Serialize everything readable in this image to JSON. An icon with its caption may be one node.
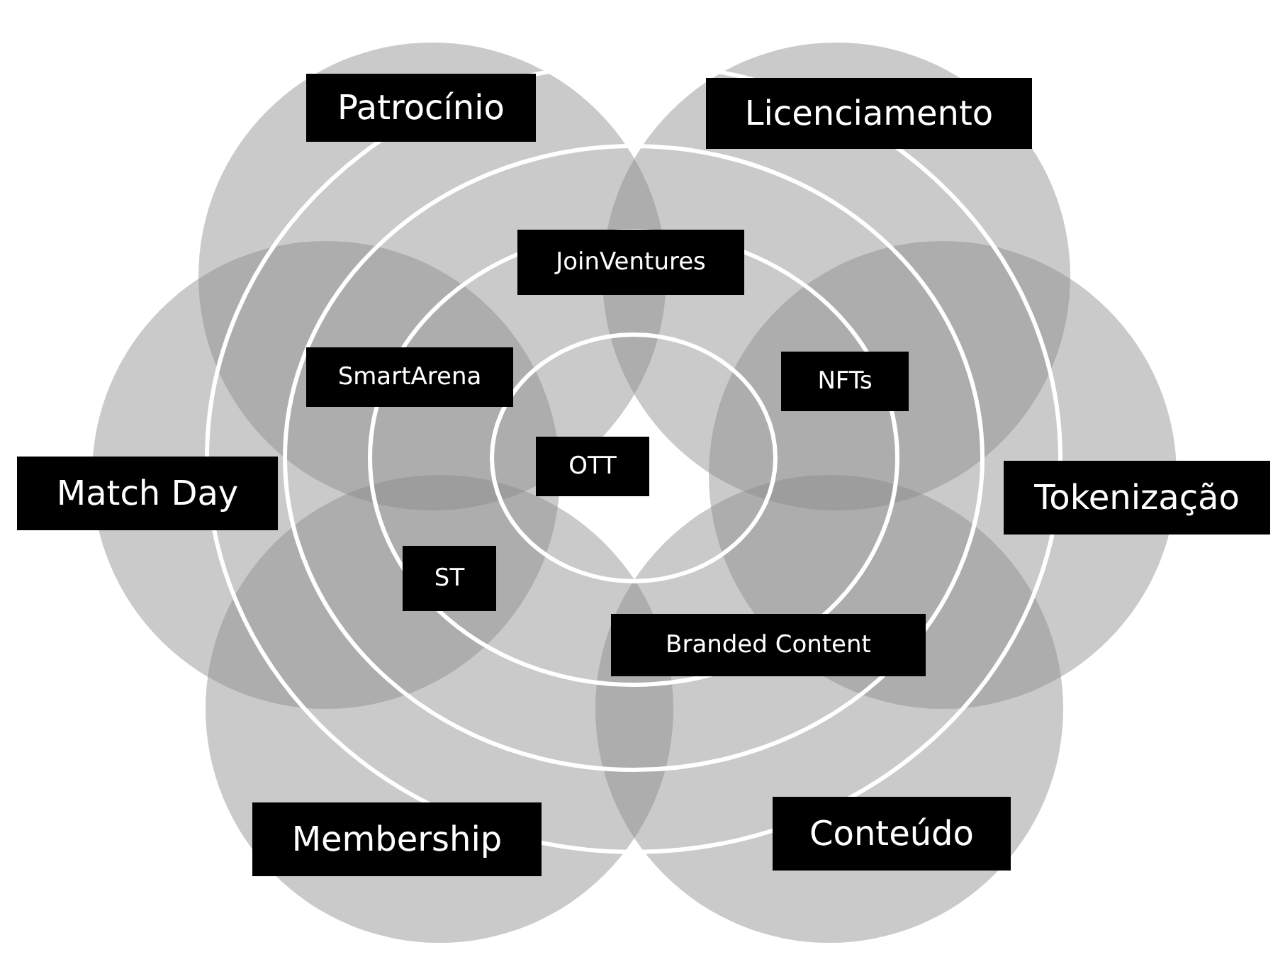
{
  "diagram": {
    "nodes": [
      {
        "text": [
          "Patrocínio"
        ]
      },
      {
        "text": [
          "Licenciamento"
        ]
      },
      {
        "text": [
          "JoinVentures"
        ]
      },
      {
        "text": [
          "SmartArena"
        ]
      },
      {
        "text": [
          "NFTs"
        ]
      },
      {
        "text": [
          "OTT"
        ]
      },
      {
        "text": [
          "Match Day"
        ]
      },
      {
        "text": [
          "Tokenização"
        ]
      },
      {
        "text": [
          "ST"
        ]
      },
      {
        "text": [
          "Branded Content"
        ]
      },
      {
        "text": [
          "Membership"
        ]
      },
      {
        "text": [
          "Conteúdo"
        ]
      }
    ]
  }
}
